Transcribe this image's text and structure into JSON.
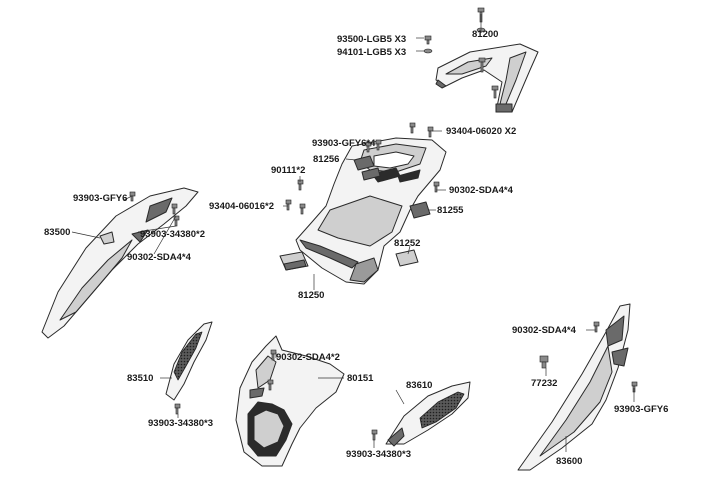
{
  "callouts": {
    "c93500": "93500-LGB5 X3",
    "c94101": "94101-LGB5 X3",
    "c81200": "81200",
    "c93404_06020": "93404-06020 X2",
    "c93903_gfy6x4": "93903-GFY6*4",
    "c81256": "81256",
    "c90111": "90111*2",
    "c90302_sda4x4_top": "90302-SDA4*4",
    "c93404_06016": "93404-06016*2",
    "c81255": "81255",
    "c81252": "81252",
    "c81250": "81250",
    "c93903_gfy6_left": "93903-GFY6",
    "c83500": "83500",
    "c93903_34380x2": "93903-34380*2",
    "c90302_sda4x4_left": "90302-SDA4*4",
    "c90302_sda4x4_right": "90302-SDA4*4",
    "c77232": "77232",
    "c93903_gfy6_right": "93903-GFY6",
    "c83600": "83600",
    "c83510": "83510",
    "c93903_34380x3_left": "93903-34380*3",
    "c90302_sda4x2": "90302-SDA4*2",
    "c80151": "80151",
    "c83610": "83610",
    "c93903_34380x3_mid": "93903-34380*3"
  }
}
